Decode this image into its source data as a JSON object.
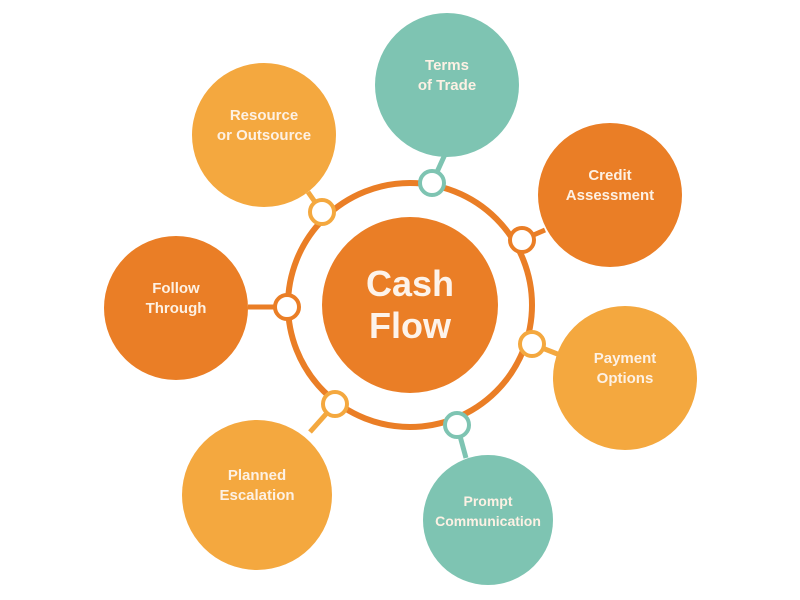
{
  "colors": {
    "dark_orange": "#ea7e26",
    "light_orange": "#f4a83f",
    "teal": "#7ec4b2",
    "background": "#ffffff"
  },
  "center": {
    "label": "Cash\nFlow",
    "color": "#ea7e26"
  },
  "nodes": [
    {
      "id": "terms-of-trade",
      "label": "Terms\nof Trade",
      "color": "#7ec4b2"
    },
    {
      "id": "credit-assessment",
      "label": "Credit\nAssessment",
      "color": "#ea7e26"
    },
    {
      "id": "payment-options",
      "label": "Payment\nOptions",
      "color": "#f4a83f"
    },
    {
      "id": "prompt-communication",
      "label": "Prompt\nCommunication",
      "color": "#7ec4b2"
    },
    {
      "id": "planned-escalation",
      "label": "Planned\nEscalation",
      "color": "#f4a83f"
    },
    {
      "id": "follow-through",
      "label": "Follow\nThrough",
      "color": "#ea7e26"
    },
    {
      "id": "resource-or-outsource",
      "label": "Resource\nor Outsource",
      "color": "#f4a83f"
    }
  ]
}
